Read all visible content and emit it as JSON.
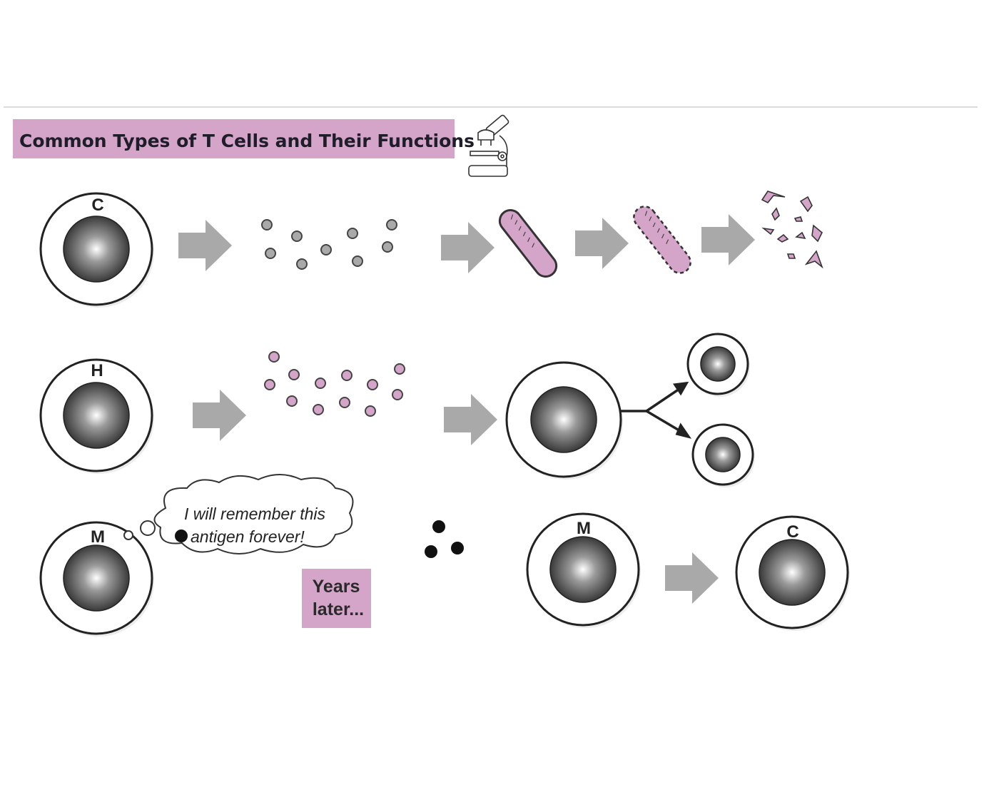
{
  "title": "Common Types of T Cells and Their Functions",
  "colors": {
    "accent_pink": "#d4a5c9",
    "arrow_grey": "#a9a9a9",
    "outline": "#222222"
  },
  "icons": {
    "header_icon": "microscope-icon"
  },
  "rows": {
    "cytotoxic": {
      "cell_label": "C"
    },
    "helper": {
      "cell_label": "H"
    },
    "memory": {
      "cell_label": "M",
      "thought_line1": "I will remember this",
      "thought_line2": "antigen forever!",
      "years_line1": "Years",
      "years_line2": "later...",
      "memory_cell_label": "M",
      "result_cell_label": "C"
    }
  }
}
